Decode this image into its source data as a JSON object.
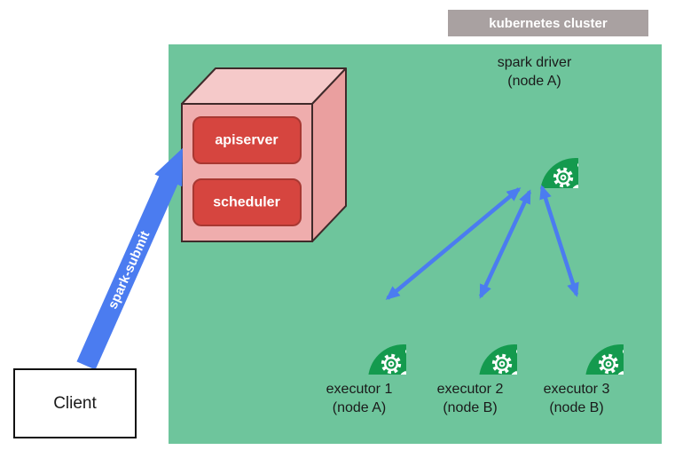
{
  "cluster": {
    "label": "kubernetes cluster"
  },
  "control_plane": {
    "apiserver": "apiserver",
    "scheduler": "scheduler"
  },
  "driver": {
    "name": "spark driver",
    "node": "(node A)"
  },
  "executors": [
    {
      "name": "executor 1",
      "node": "(node A)"
    },
    {
      "name": "executor 2",
      "node": "(node B)"
    },
    {
      "name": "executor 3",
      "node": "(node B)"
    }
  ],
  "client": {
    "label": "Client"
  },
  "spark_submit": {
    "label": "spark-submit"
  },
  "colors": {
    "cluster_bg": "#6ec59c",
    "cluster_tag_bg": "#a9a1a1",
    "cube_front": "#efadad",
    "cube_top": "#f5c9c9",
    "cube_side": "#ea9f9f",
    "control_box_red": "#d6453f",
    "pod_green": "#149a4e",
    "arrow_blue": "#4b7cf0"
  }
}
